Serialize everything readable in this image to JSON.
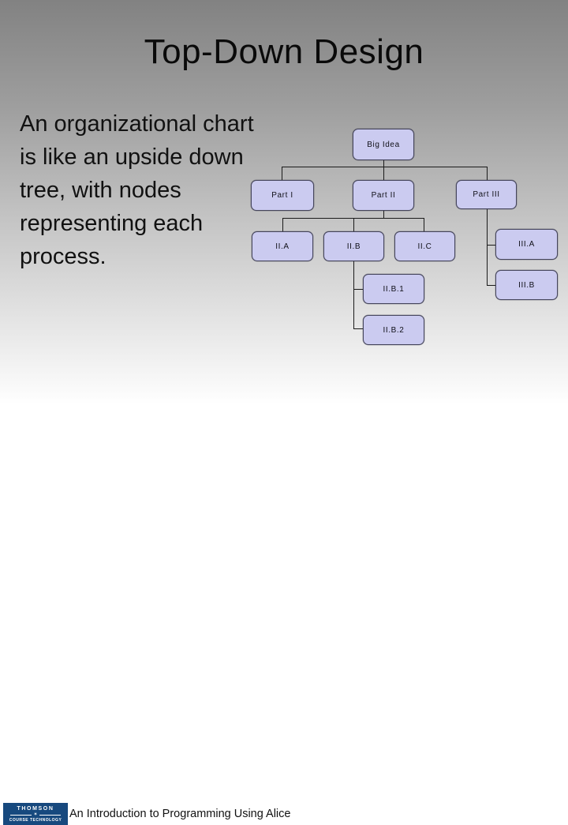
{
  "slide": {
    "title": "Top-Down Design",
    "body_lines": [
      "An organizational chart",
      "is like an upside down",
      "tree, with nodes",
      "representing each",
      "process."
    ],
    "footer_text": "An Introduction to Programming Using Alice"
  },
  "logo": {
    "brand": "THOMSON",
    "division": "COURSE TECHNOLOGY",
    "star": "✶",
    "bg_color": "#17497E"
  },
  "colors": {
    "node_fill": "#CBCBF0",
    "node_border": "#45455C",
    "connector": "#1A1A1A",
    "background_top": "#828282",
    "background_bottom": "#FFFFFF"
  },
  "diagram": {
    "type": "tree",
    "nodes": [
      {
        "id": "big-idea",
        "label": "Big Idea",
        "parent": null
      },
      {
        "id": "part-i",
        "label": "Part I",
        "parent": "big-idea"
      },
      {
        "id": "part-ii",
        "label": "Part II",
        "parent": "big-idea"
      },
      {
        "id": "part-iii",
        "label": "Part III",
        "parent": "big-idea"
      },
      {
        "id": "ii-a",
        "label": "II.A",
        "parent": "part-ii"
      },
      {
        "id": "ii-b",
        "label": "II.B",
        "parent": "part-ii"
      },
      {
        "id": "ii-c",
        "label": "II.C",
        "parent": "part-ii"
      },
      {
        "id": "ii-b-1",
        "label": "II.B.1",
        "parent": "ii-b"
      },
      {
        "id": "ii-b-2",
        "label": "II.B.2",
        "parent": "ii-b"
      },
      {
        "id": "iii-a",
        "label": "III.A",
        "parent": "part-iii"
      },
      {
        "id": "iii-b",
        "label": "III.B",
        "parent": "part-iii"
      }
    ]
  }
}
